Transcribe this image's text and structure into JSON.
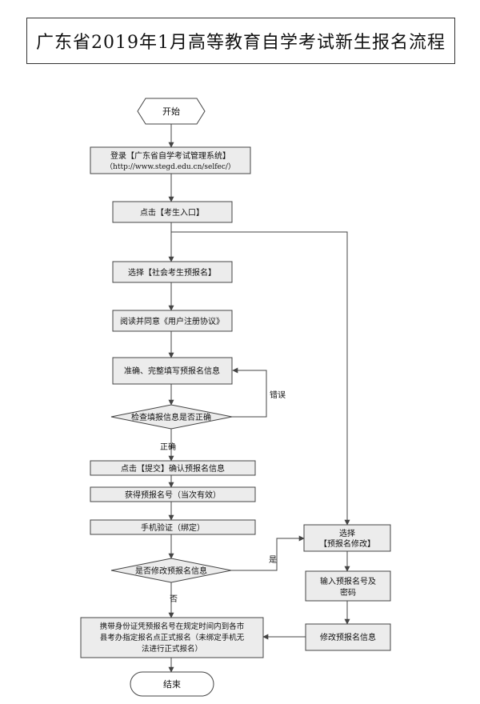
{
  "title": "广东省2019年1月高等教育自学考试新生报名流程",
  "nodes": {
    "start": "开始",
    "login_line1": "登录【广东省自学考试管理系统】",
    "login_line2": "（http://www.stegd.edu.cn/selfec/）",
    "click_entry": "点击【考生入口】",
    "select_social": "选择【社会考生预报名】",
    "read_agree": "阅读并同意《用户注册协议》",
    "fill_info": "准确、完整填写预报名信息",
    "check_info": "检查填报信息是否正确",
    "submit": "点击【提交】确认预报名信息",
    "get_number": "获得预报名号（当次有效）",
    "phone_verify": "手机验证（绑定）",
    "modify_decision": "是否修改预报名信息",
    "select_modify_line1": "选择",
    "select_modify_line2": "【预报名修改】",
    "input_line1": "输入预报名号及",
    "input_line2": "密码",
    "modify_info": "修改预报名信息",
    "formal_line1": "携带身份证凭预报名号在规定时间内到各市",
    "formal_line2": "县考办指定报名点正式报名（未绑定手机无",
    "formal_line3": "法进行正式报名）",
    "end": "结束"
  },
  "edge_labels": {
    "error": "错误",
    "correct": "正确",
    "yes": "是",
    "no": "否"
  },
  "colors": {
    "box_fill": "#ececec",
    "line": "#444444",
    "terminal_fill": "#ffffff"
  }
}
